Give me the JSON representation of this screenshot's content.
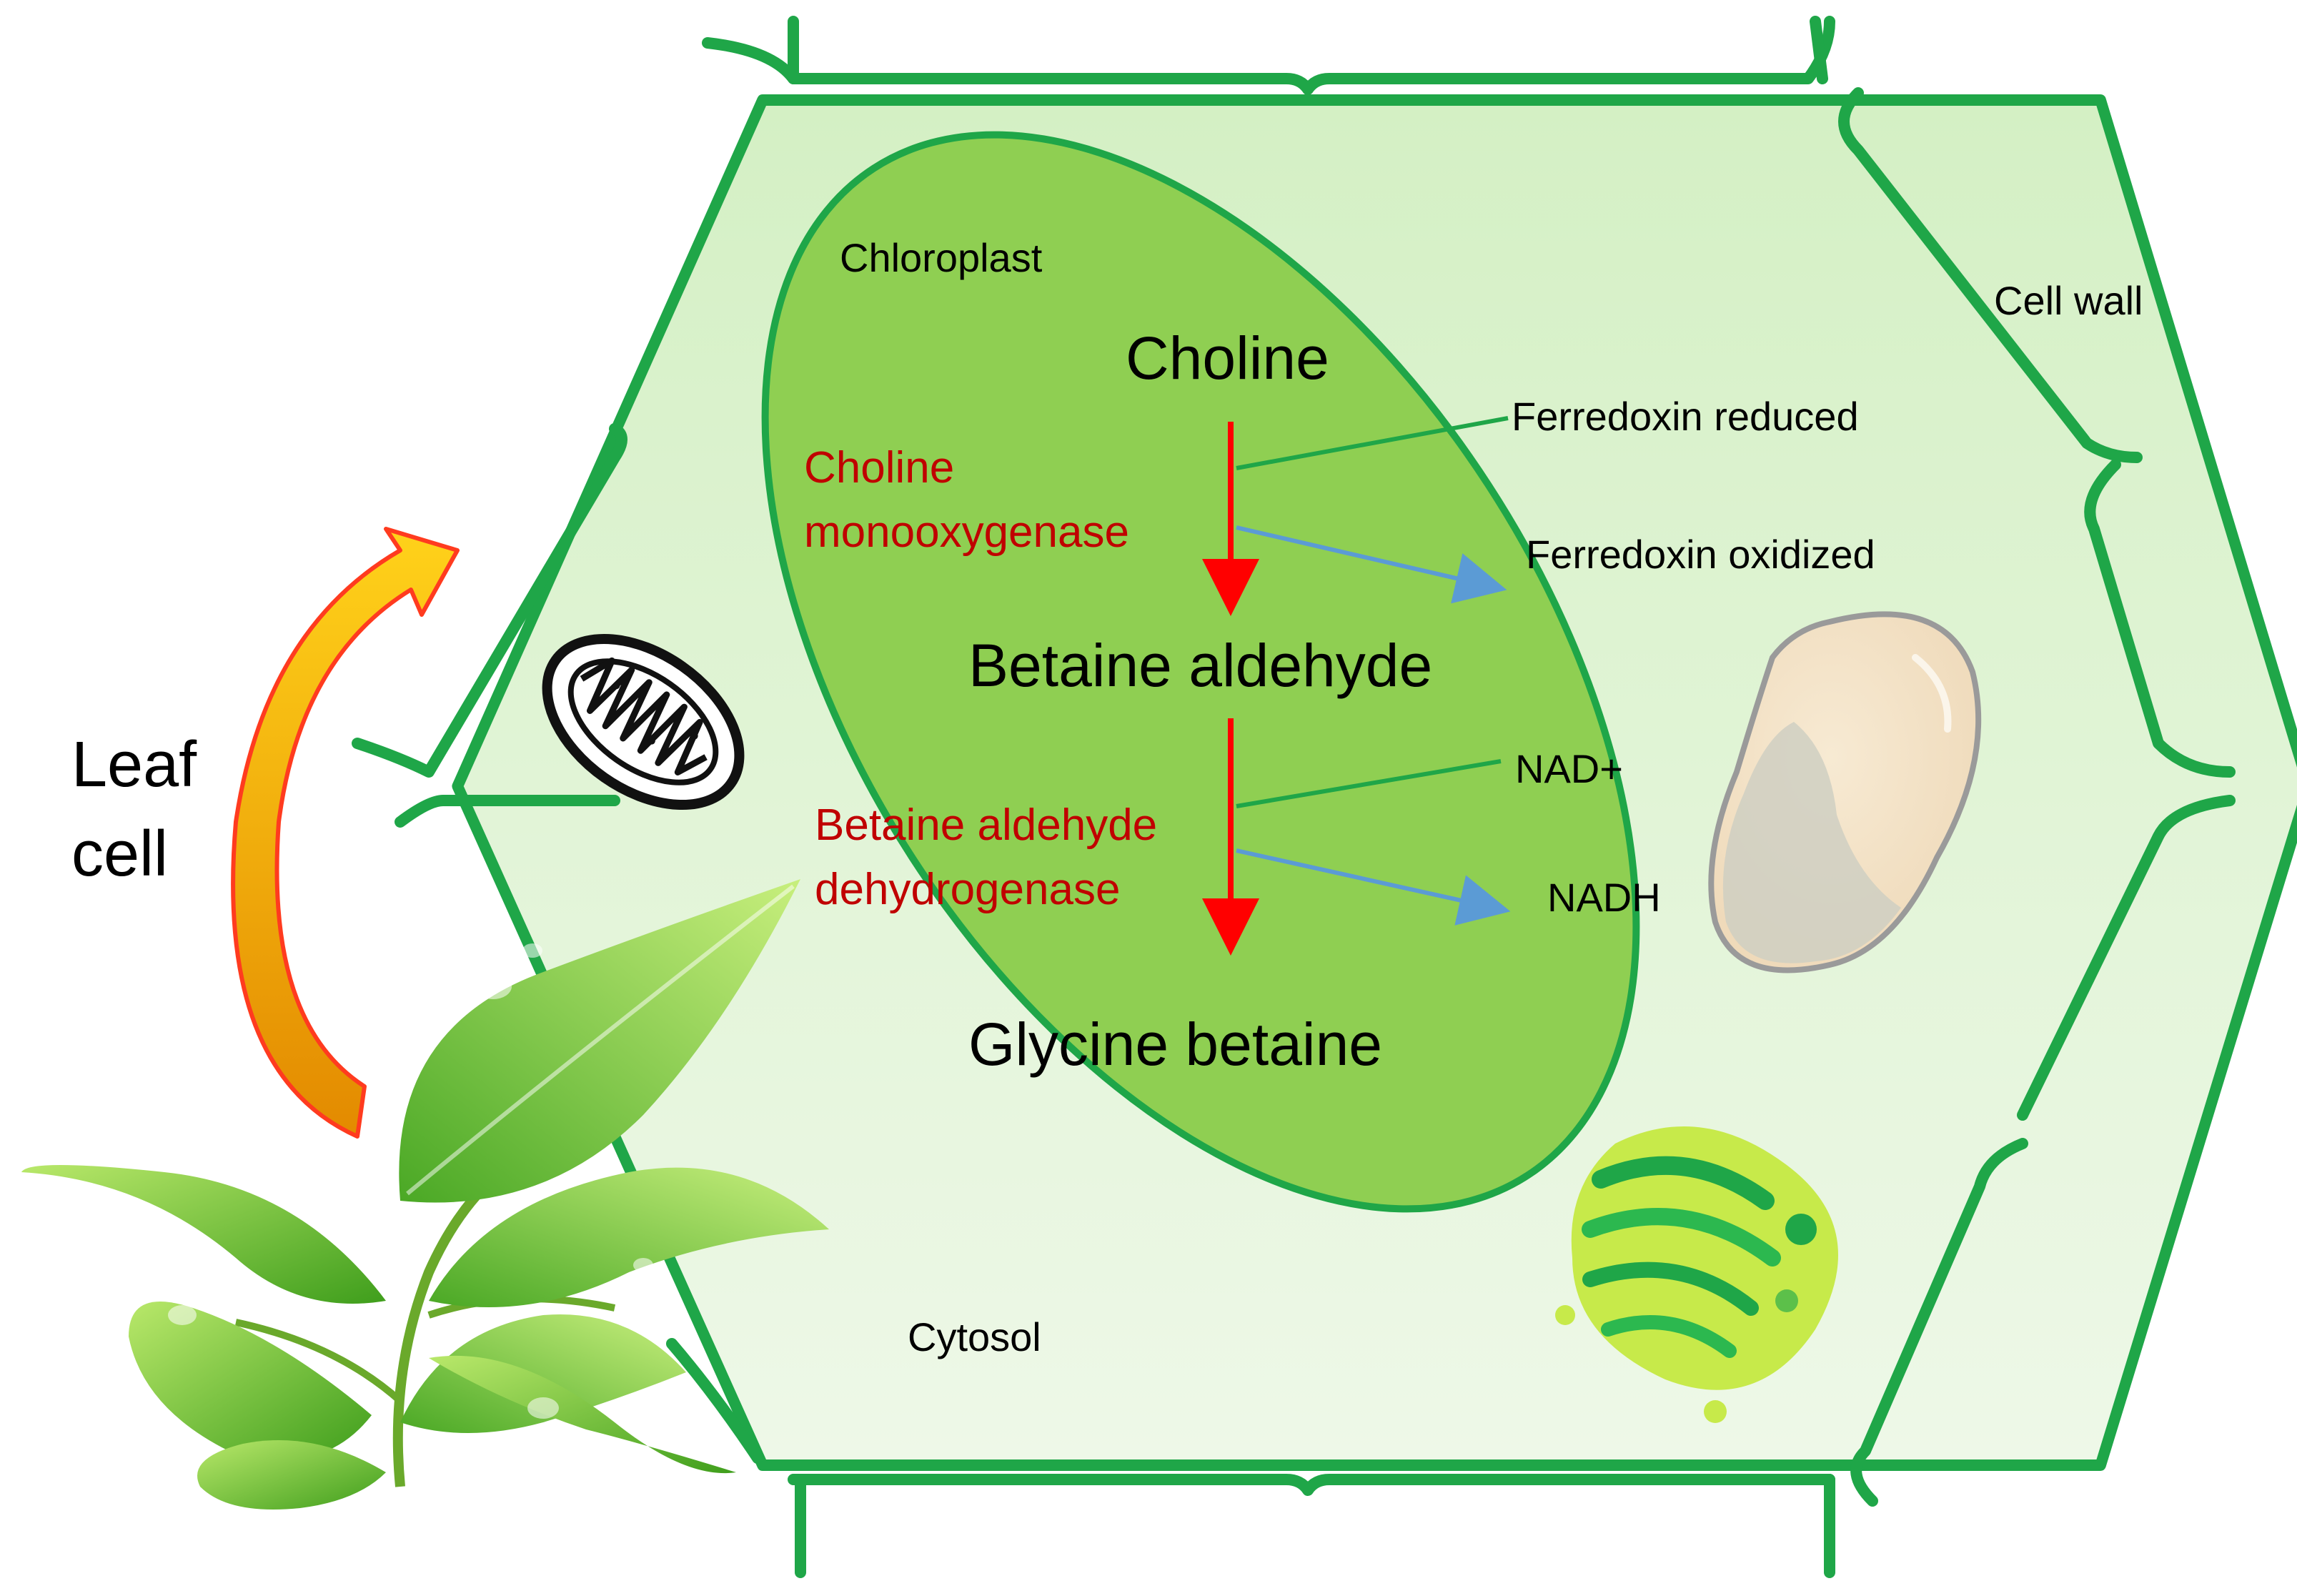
{
  "labels": {
    "leaf_cell_line1": "Leaf",
    "leaf_cell_line2": "cell",
    "chloroplast": "Chloroplast",
    "cell_wall": "Cell wall",
    "cytosol": "Cytosol"
  },
  "pathway": {
    "substrate": "Choline",
    "intermediate": "Betaine aldehyde",
    "product": "Glycine betaine",
    "enzyme1_line1": "Choline",
    "enzyme1_line2": "monooxygenase",
    "enzyme2_line1": "Betaine aldehyde",
    "enzyme2_line2": "dehydrogenase",
    "cofactor1_in": "Ferredoxin reduced",
    "cofactor1_out": "Ferredoxin oxidized",
    "cofactor2_in": "NAD+",
    "cofactor2_out": "NADH"
  },
  "colors": {
    "cell_wall": "#1fa648",
    "cytoplasm": "#dcf2d0",
    "chloroplast_fill": "#8fcf52",
    "chloroplast_stroke": "#1fa648",
    "reaction_arrow": "#ff0000",
    "cofactor_in_line": "#1fa648",
    "cofactor_out_arrow": "#5b9bd5",
    "enzyme_text": "#c00000"
  }
}
